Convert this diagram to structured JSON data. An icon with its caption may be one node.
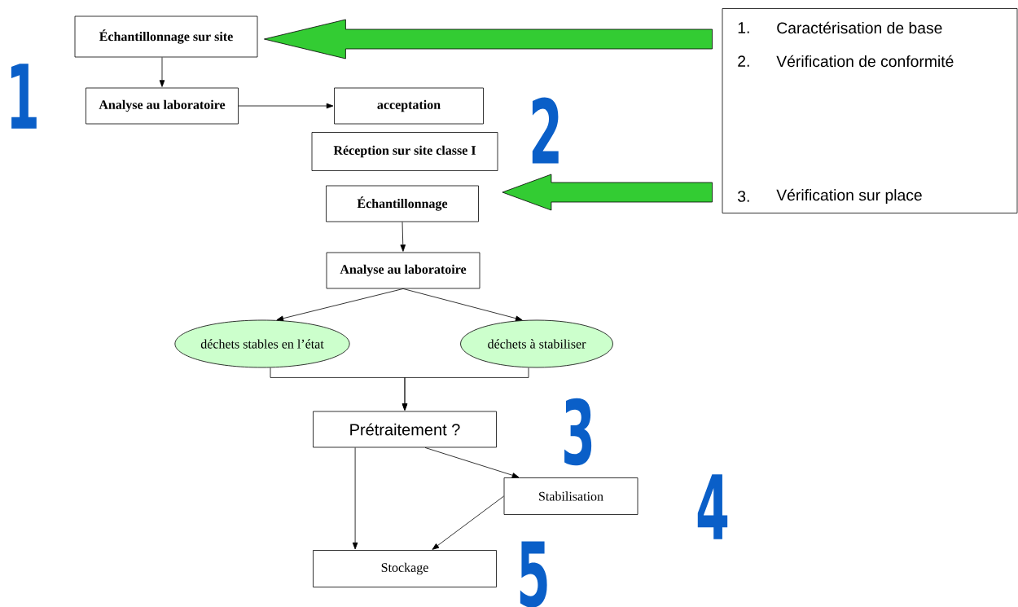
{
  "diagram": {
    "nodes": [
      {
        "text": [
          "Échantillonnage sur site"
        ]
      },
      {
        "text": [
          "Analyse au laboratoire"
        ]
      },
      {
        "text": [
          "acceptation"
        ]
      },
      {
        "text": [
          "Réception sur site classe I"
        ]
      },
      {
        "text": [
          "Échantillonnage"
        ]
      },
      {
        "text": [
          "Analyse au laboratoire"
        ]
      },
      {
        "text": [
          "déchets stables en l’état"
        ]
      },
      {
        "text": [
          "déchets à stabiliser"
        ]
      },
      {
        "text": [
          "Prétraitement ?"
        ]
      },
      {
        "text": [
          "Stabilisation"
        ]
      },
      {
        "text": [
          "Stockage"
        ]
      },
      {
        "text": [
          "1.",
          "Caractérisation de base",
          "2.",
          "Vérification de conformité",
          "3.",
          "Vérification sur place"
        ]
      }
    ],
    "edges": [
      {
        "from": 0,
        "to": 1,
        "arrow": "to"
      },
      {
        "from": 1,
        "to": 2,
        "arrow": "to"
      },
      {
        "from": 11,
        "to": 0,
        "arrow": "to",
        "style": "thick",
        "color": "#33cc33"
      },
      {
        "from": 11,
        "to": 4,
        "arrow": "to",
        "style": "thick",
        "color": "#33cc33"
      },
      {
        "from": 4,
        "to": 5,
        "arrow": "to"
      },
      {
        "from": 5,
        "to": 6,
        "arrow": "to"
      },
      {
        "from": 5,
        "to": 7,
        "arrow": "to"
      },
      {
        "from": 6,
        "to": 8,
        "arrow": "to"
      },
      {
        "from": 7,
        "to": 8,
        "arrow": "to"
      },
      {
        "from": 8,
        "to": 10,
        "arrow": "to"
      },
      {
        "from": 8,
        "to": 9,
        "arrow": "to"
      },
      {
        "from": 9,
        "to": 10,
        "arrow": "to"
      }
    ],
    "labels": [
      "1",
      "2",
      "3",
      "4",
      "5"
    ]
  }
}
